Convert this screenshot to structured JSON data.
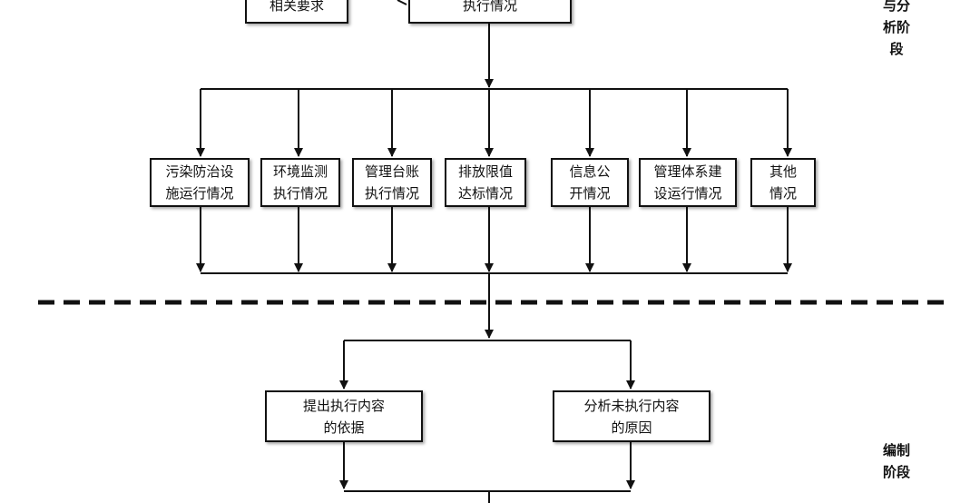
{
  "top_boxes": {
    "left": "相关要求",
    "right": "执行情况"
  },
  "categories": [
    {
      "line1": "污染防治设",
      "line2": "施运行情况"
    },
    {
      "line1": "环境监测",
      "line2": "执行情况"
    },
    {
      "line1": "管理台账",
      "line2": "执行情况"
    },
    {
      "line1": "排放限值",
      "line2": "达标情况"
    },
    {
      "line1": "信息公",
      "line2": "开情况"
    },
    {
      "line1": "管理体系建",
      "line2": "设运行情况"
    },
    {
      "line1": "其他",
      "line2": "情况"
    }
  ],
  "bottom_boxes": [
    {
      "line1": "提出执行内容",
      "line2": "的依据"
    },
    {
      "line1": "分析未执行内容",
      "line2": "的原因"
    }
  ],
  "stage_labels": {
    "upper": [
      "与分",
      "析阶",
      "段"
    ],
    "lower": [
      "编制",
      "阶段"
    ]
  }
}
